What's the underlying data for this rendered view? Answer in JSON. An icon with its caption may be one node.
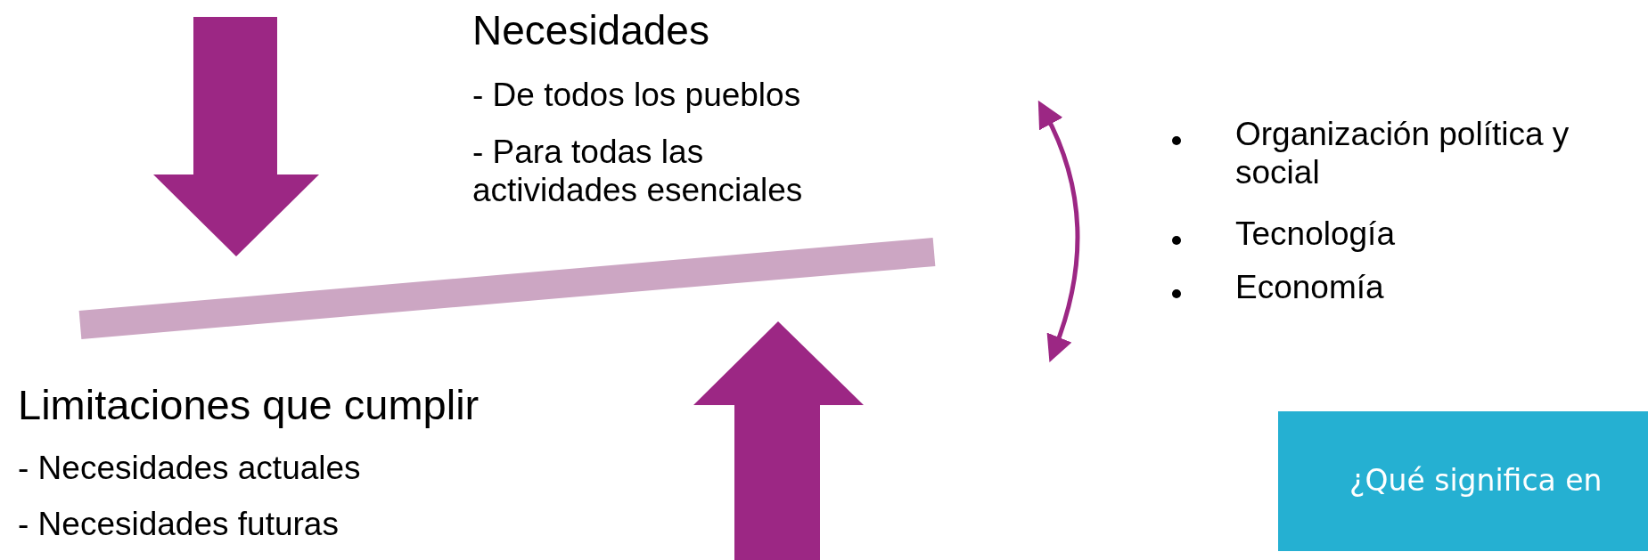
{
  "diagram": {
    "nodes": [
      {
        "text": [
          "¿Qué significa en"
        ]
      }
    ],
    "labels": [
      "Necesidades",
      "- De todos los pueblos",
      "- Para todas las actividades esenciales",
      "Organización política y social",
      "Tecnología",
      "Economía",
      "Limitaciones que cumplir",
      "- Necesidades actuales",
      "- Necesidades futuras"
    ]
  }
}
